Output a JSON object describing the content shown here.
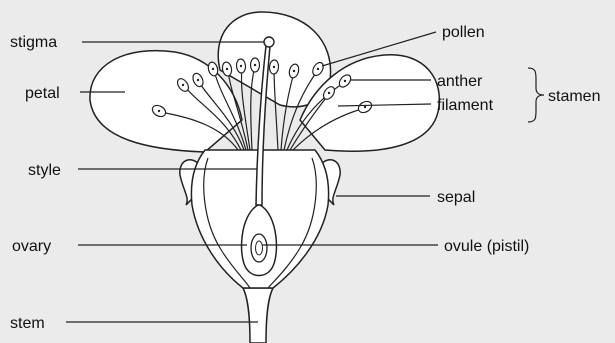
{
  "background": "#ebebeb",
  "flower_fill": "#ffffff",
  "line_color": "#222222",
  "labels": {
    "stigma": "stigma",
    "petal": "petal",
    "style": "style",
    "ovary": "ovary",
    "stem": "stem",
    "pollen": "pollen",
    "anther": "anther",
    "filament": "filament",
    "stamen": "stamen",
    "sepal": "sepal",
    "ovule": "ovule (pistil)"
  }
}
